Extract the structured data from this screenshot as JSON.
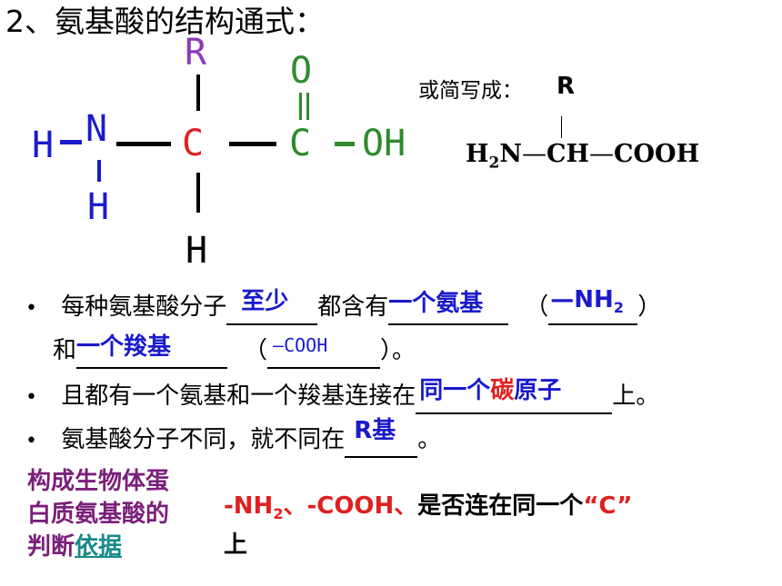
{
  "title": "2、氨基酸的结构通式：",
  "structure": {
    "r": "R",
    "h_left": "H",
    "n": "N",
    "h_below_n": "H",
    "c_center": "C",
    "h_below_c": "H",
    "o": "O",
    "c_carbonyl": "C",
    "oh": "OH",
    "double_bond": "‖"
  },
  "simplified": {
    "label": "或简写成：",
    "r": "R",
    "h2n": "H",
    "sub2": "2",
    "n_rest": "N",
    "dash1": "—",
    "ch": "CH",
    "dash2": "—",
    "cooh": "COOH"
  },
  "bullets": [
    {
      "marker": "•",
      "p1": "每种氨基酸分子",
      "a1": "至少",
      "p2": "都含有",
      "a2": "一个氨基",
      "p3": "（",
      "a3": "—NH",
      "a3_sub": "2",
      "p4": "）"
    },
    {
      "p1": "和",
      "a1": "一个羧基",
      "p2": "（",
      "a2": "—COOH",
      "p3": "）。"
    },
    {
      "marker": "•",
      "p1": "且都有一个氨基和一个羧基连接在",
      "a1a": "同一个",
      "a1b": "碳",
      "a1c": "原子",
      "p2": "上。"
    },
    {
      "marker": "•",
      "p1": "氨基酸分子不同，就不同在",
      "a1": "R基",
      "p2": "。"
    }
  ],
  "criteria": {
    "line1": "构成生物体蛋",
    "line2": "白质氨基酸的",
    "line3a": "判断",
    "line3b": "依据"
  },
  "note": {
    "part1": "-NH",
    "sub": "2",
    "part2": "、-COOH、",
    "part3": "是否连在同一个",
    "part4": "“C”",
    "line2": "上"
  }
}
